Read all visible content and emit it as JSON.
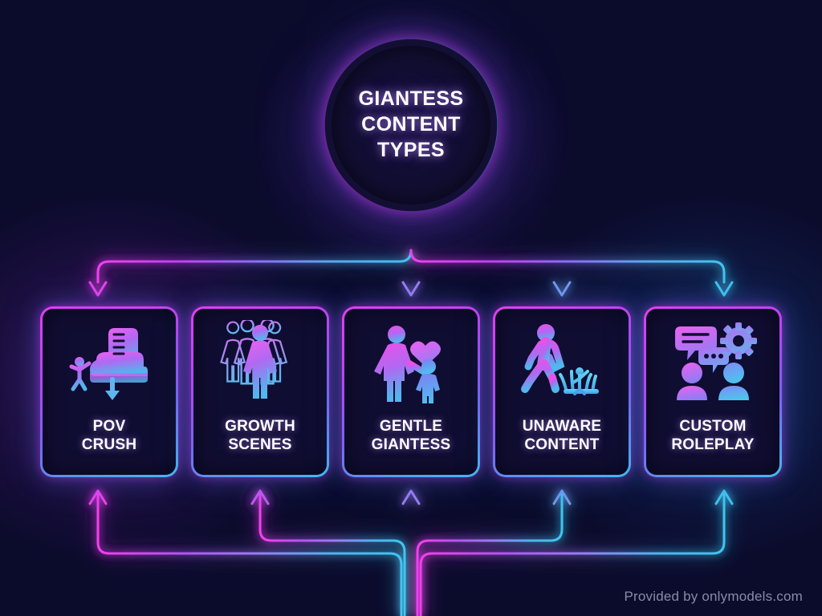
{
  "theme": {
    "background": "#0b0b2c",
    "card_fill": "#100d32",
    "accent_magenta": "#e23ff0",
    "accent_purple": "#8b5cf6",
    "accent_cyan": "#3fbdf0",
    "text_color": "#ffffff"
  },
  "hub": {
    "title_lines": [
      "GIANTESS",
      "CONTENT",
      "TYPES"
    ],
    "title": "GIANTESS CONTENT TYPES"
  },
  "cards": [
    {
      "label_lines": [
        "POV",
        "CRUSH"
      ],
      "label": "POV CRUSH",
      "icon": "boot-crush-icon"
    },
    {
      "label_lines": [
        "GROWTH",
        "SCENES"
      ],
      "label": "GROWTH SCENES",
      "icon": "growing-figures-icon"
    },
    {
      "label_lines": [
        "GENTLE",
        "GIANTESS"
      ],
      "label": "GENTLE GIANTESS",
      "icon": "woman-child-heart-icon"
    },
    {
      "label_lines": [
        "UNAWARE",
        "CONTENT"
      ],
      "label": "UNAWARE CONTENT",
      "icon": "walking-figure-grass-icon"
    },
    {
      "label_lines": [
        "CUSTOM",
        "ROLEPLAY"
      ],
      "label": "CUSTOM ROLEPLAY",
      "icon": "chat-avatars-gear-icon"
    }
  ],
  "footer": {
    "credit": "Provided by onlymodels.com"
  }
}
